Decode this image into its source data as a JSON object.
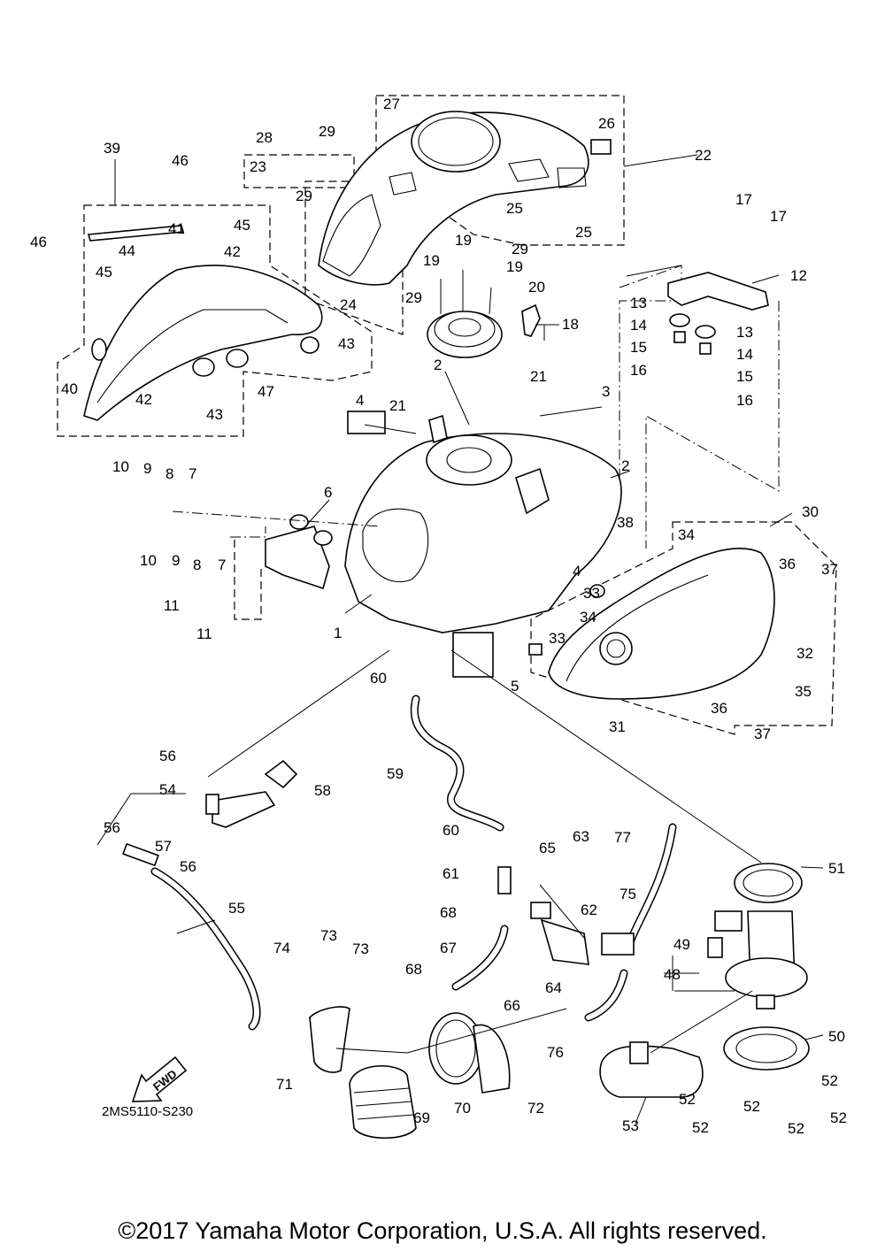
{
  "diagram": {
    "code": "2MS5110-S230",
    "fwd_label": "FWD",
    "copyright": "©2017 Yamaha Motor Corporation, U.S.A. All rights reserved.",
    "callouts": [
      "1",
      "2",
      "2",
      "3",
      "4",
      "4",
      "5",
      "6",
      "7",
      "7",
      "8",
      "8",
      "9",
      "9",
      "10",
      "10",
      "11",
      "11",
      "12",
      "13",
      "13",
      "14",
      "14",
      "15",
      "15",
      "16",
      "16",
      "17",
      "17",
      "18",
      "19",
      "19",
      "19",
      "20",
      "21",
      "21",
      "22",
      "23",
      "24",
      "25",
      "25",
      "26",
      "27",
      "28",
      "29",
      "29",
      "29",
      "29",
      "30",
      "31",
      "32",
      "33",
      "33",
      "34",
      "34",
      "35",
      "36",
      "36",
      "37",
      "37",
      "38",
      "39",
      "40",
      "41",
      "42",
      "42",
      "43",
      "43",
      "44",
      "45",
      "45",
      "46",
      "46",
      "47",
      "48",
      "49",
      "50",
      "51",
      "52",
      "52",
      "52",
      "52",
      "52",
      "52",
      "53",
      "54",
      "55",
      "56",
      "56",
      "56",
      "57",
      "58",
      "59",
      "60",
      "60",
      "61",
      "62",
      "63",
      "64",
      "65",
      "66",
      "67",
      "68",
      "68",
      "69",
      "70",
      "71",
      "72",
      "73",
      "73",
      "74",
      "75",
      "76",
      "77"
    ]
  }
}
